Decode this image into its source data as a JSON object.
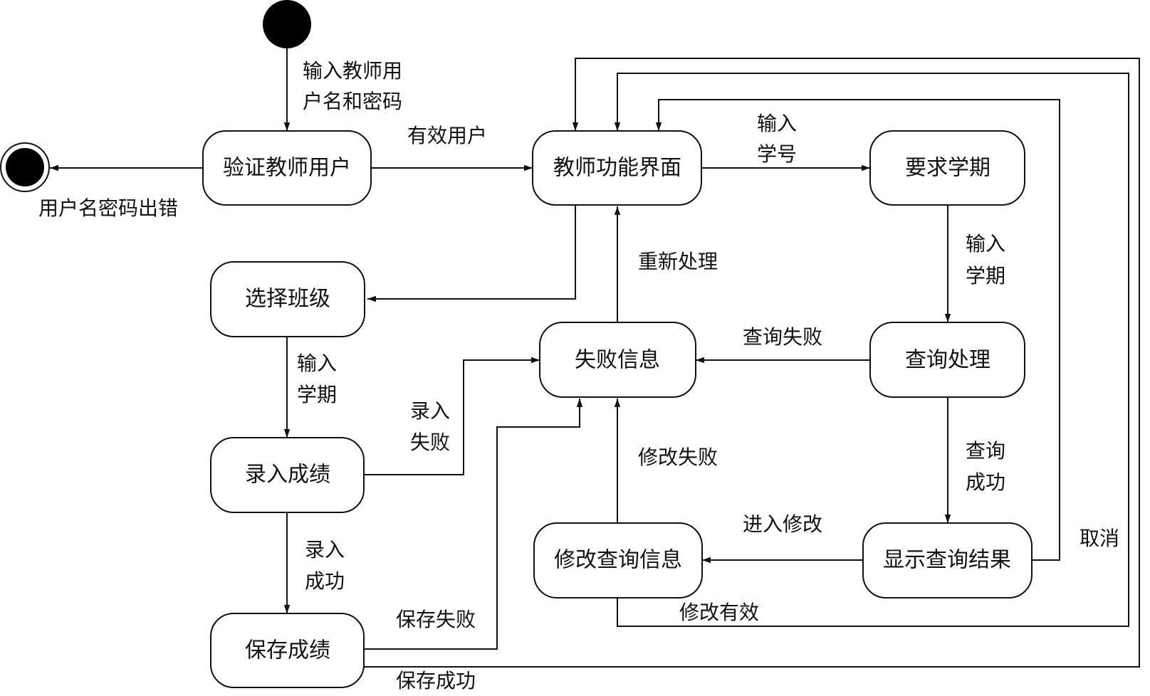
{
  "diagram": {
    "type": "uml-state-diagram",
    "colors": {
      "line": "#111111",
      "fill": "#ffffff",
      "dot": "#000000"
    },
    "states": {
      "verify": "验证教师用户",
      "menu": "教师功能界面",
      "request_term": "要求学期",
      "select_class": "选择班级",
      "fail_info": "失败信息",
      "query": "查询处理",
      "enter_grades": "录入成绩",
      "modify": "修改查询信息",
      "show_results": "显示查询结果",
      "save_grades": "保存成绩"
    },
    "edges": {
      "input_credentials_1": "输入教师用",
      "input_credentials_2": "户名和密码",
      "valid_user": "有效用户",
      "credentials_error": "用户名密码出错",
      "input_id_1": "输入",
      "input_id_2": "学号",
      "input_term_query_1": "输入",
      "input_term_query_2": "学期",
      "reprocess": "重新处理",
      "input_term_select_1": "输入",
      "input_term_select_2": "学期",
      "query_failed": "查询失败",
      "entry_failed_1": "录入",
      "entry_failed_2": "失败",
      "query_success_1": "查询",
      "query_success_2": "成功",
      "modify_failed": "修改失败",
      "enter_modify": "进入修改",
      "entry_success_1": "录入",
      "entry_success_2": "成功",
      "cancel": "取消",
      "modify_valid": "修改有效",
      "save_failed": "保存失败",
      "save_success": "保存成功"
    }
  }
}
